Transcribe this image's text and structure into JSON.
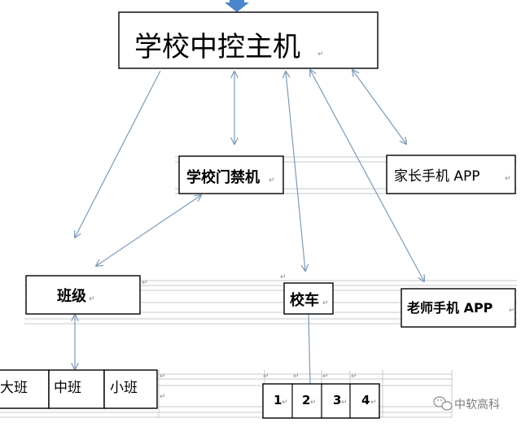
{
  "nodes": {
    "main_host": "学校中控主机",
    "school_gate": "学校门禁机",
    "parent_app": "家长手机  APP",
    "class": "班级",
    "school_bus": "校车",
    "teacher_app": "老师手机  APP",
    "big_class": "大班",
    "middle_class": "中班",
    "small_class": "小班",
    "bus_1": "1",
    "bus_2": "2",
    "bus_3": "3",
    "bus_4": "4"
  },
  "watermark": "中软高科",
  "colors": {
    "connector": "#7f9ab6",
    "top_arrow": "#4a86cc",
    "box_border": "#000000"
  }
}
